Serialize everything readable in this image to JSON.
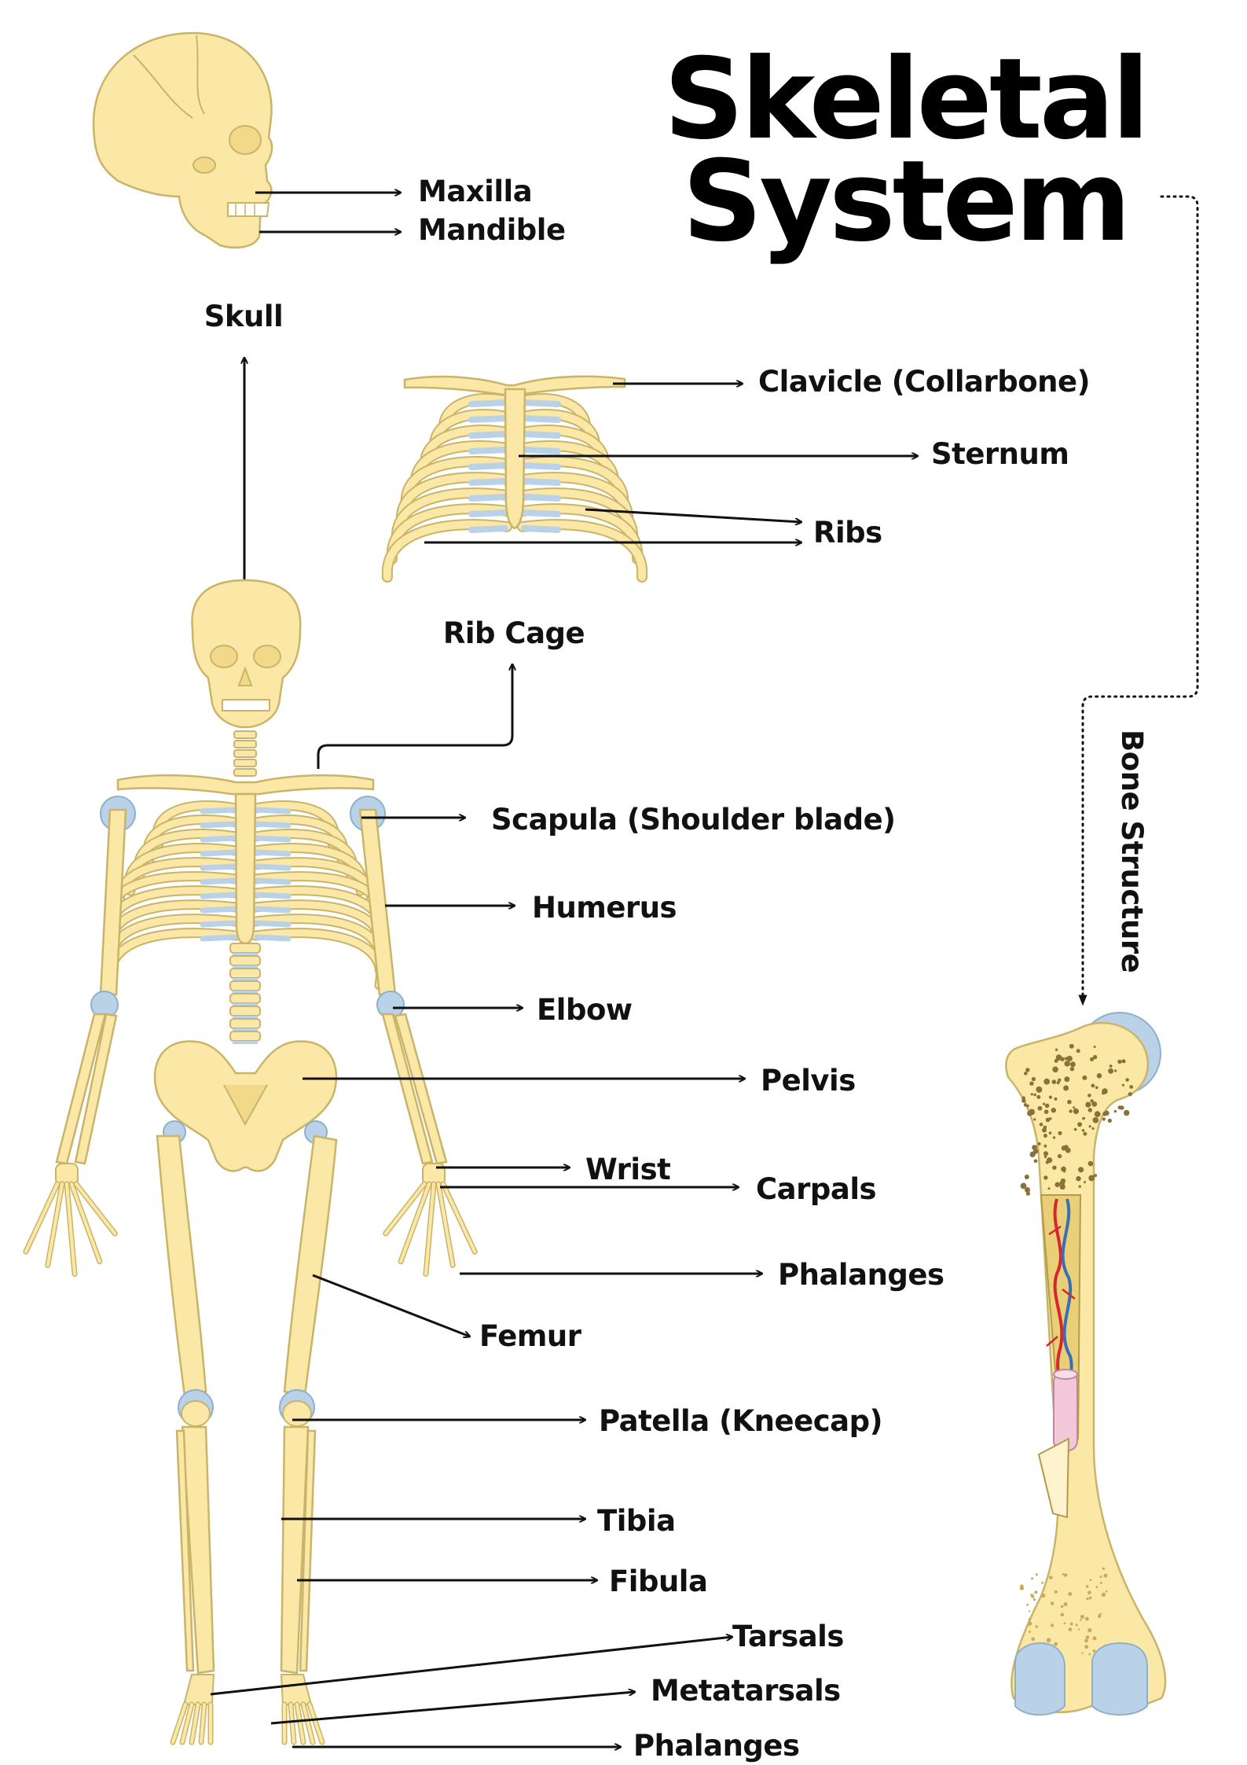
{
  "title": {
    "line1": "Skeletal",
    "line2": "System"
  },
  "skull": {
    "heading": "Skull",
    "parts": [
      "Maxilla",
      "Mandible"
    ]
  },
  "rib_cage": {
    "heading": "Rib Cage",
    "parts": [
      "Clavicle (Collarbone)",
      "Sternum",
      "Ribs"
    ]
  },
  "bone_structure": {
    "heading": "Bone Structure"
  },
  "skeleton_labels": {
    "scapula": "Scapula (Shoulder blade)",
    "humerus": "Humerus",
    "elbow": "Elbow",
    "pelvis": "Pelvis",
    "wrist": "Wrist",
    "carpals": "Carpals",
    "hand_phalanges": "Phalanges",
    "femur": "Femur",
    "patella": "Patella (Kneecap)",
    "tibia": "Tibia",
    "fibula": "Fibula",
    "tarsals": "Tarsals",
    "metatarsals": "Metatarsals",
    "foot_phalanges": "Phalanges"
  },
  "colors": {
    "bone": "#fbe8a6",
    "bone_outline": "#c9b46a",
    "cartilage": "#b9d2e8",
    "marrow_artery": "#d8262c",
    "marrow_vein": "#3a6fb5",
    "text": "#111111"
  }
}
